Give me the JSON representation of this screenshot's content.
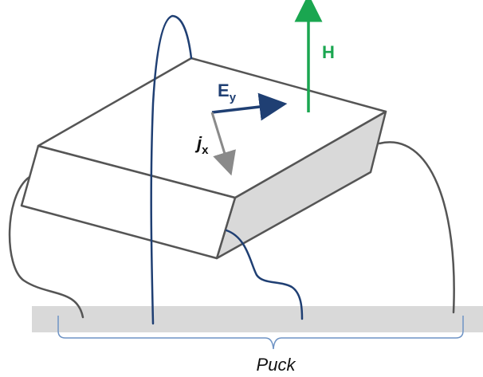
{
  "labels": {
    "h_field": "H",
    "e_field_main": "E",
    "e_field_sub": "y",
    "j_current_main": "j",
    "j_current_sub": "x",
    "puck": "Puck"
  },
  "colors": {
    "h_arrow": "#1aa650",
    "e_arrow": "#1f3f73",
    "j_arrow": "#8a8a8a",
    "sample_outline": "#555555",
    "sample_side_fill": "#d9d9d9",
    "puck_fill": "#d9d9d9",
    "dark_wire": "#555555",
    "blue_wire": "#1f3f73",
    "brace": "#6f94c5",
    "label_dark": "#1f3f73",
    "label_black": "#111111"
  }
}
